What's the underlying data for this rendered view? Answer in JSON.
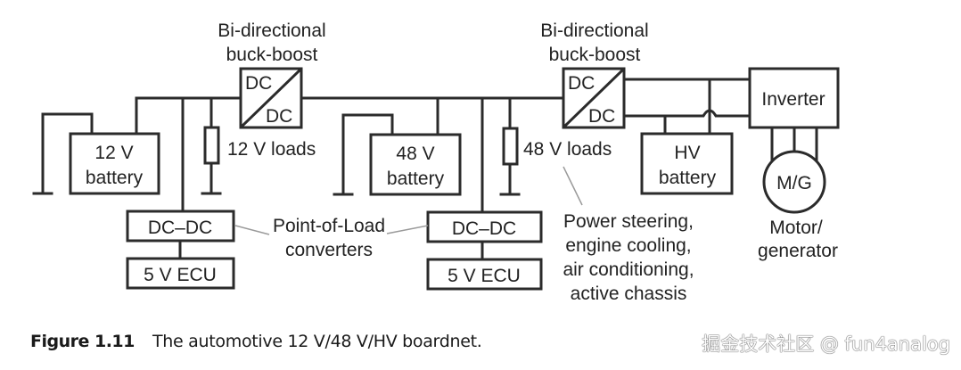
{
  "diagram": {
    "left_converter": {
      "title_line1": "Bi-directional",
      "title_line2": "buck-boost",
      "in_label": "DC",
      "out_label": "DC"
    },
    "right_converter": {
      "title_line1": "Bi-directional",
      "title_line2": "buck-boost",
      "in_label": "DC",
      "out_label": "DC"
    },
    "battery_12v": {
      "line1": "12 V",
      "line2": "battery"
    },
    "loads_12v": "12 V loads",
    "battery_48v": {
      "line1": "48 V",
      "line2": "battery"
    },
    "loads_48v": "48 V loads",
    "battery_hv": {
      "line1": "HV",
      "line2": "battery"
    },
    "inverter": "Inverter",
    "motor": {
      "symbol": "M/G",
      "label_line1": "Motor/",
      "label_line2": "generator"
    },
    "pol_left": {
      "converter": "DC–DC",
      "ecu": "5 V ECU"
    },
    "pol_right": {
      "converter": "DC–DC",
      "ecu": "5 V ECU"
    },
    "pol_label": {
      "line1": "Point-of-Load",
      "line2": "converters"
    },
    "loads_48v_examples": [
      "Power steering,",
      "engine cooling,",
      "air conditioning,",
      "active chassis"
    ]
  },
  "caption": {
    "number": "Figure 1.11",
    "text": "The automotive 12 V/48 V/HV boardnet."
  },
  "watermark": "掘金技术社区 @ fun4analog"
}
